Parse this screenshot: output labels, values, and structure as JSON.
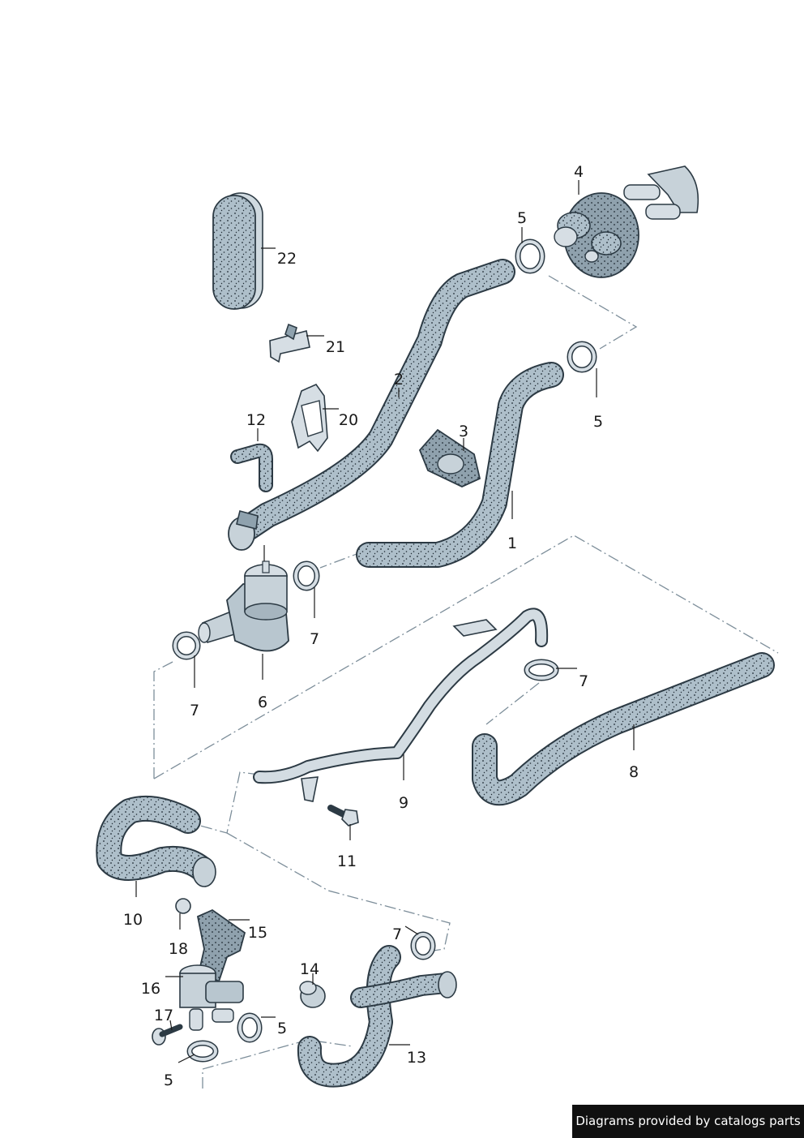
{
  "labels": {
    "p1": "1",
    "p2": "2",
    "p3": "3",
    "p4": "4",
    "p5a": "5",
    "p5b": "5",
    "p5c": "5",
    "p5d": "5",
    "p6": "6",
    "p7a": "7",
    "p7b": "7",
    "p7c": "7",
    "p7d": "7",
    "p8": "8",
    "p9": "9",
    "p10": "10",
    "p11": "11",
    "p12": "12",
    "p13": "13",
    "p14": "14",
    "p15": "15",
    "p16": "16",
    "p17": "17",
    "p18": "18",
    "p20": "20",
    "p21": "21",
    "p22": "22"
  },
  "credit": "Diagrams provided by catalogs parts",
  "colors": {
    "hose": "#a9bcc8",
    "outline": "#2c3a44",
    "dots": "#1f2a33",
    "leader": "#1a1a1a",
    "dash": "#7d8e9a",
    "banner": "#101010"
  }
}
